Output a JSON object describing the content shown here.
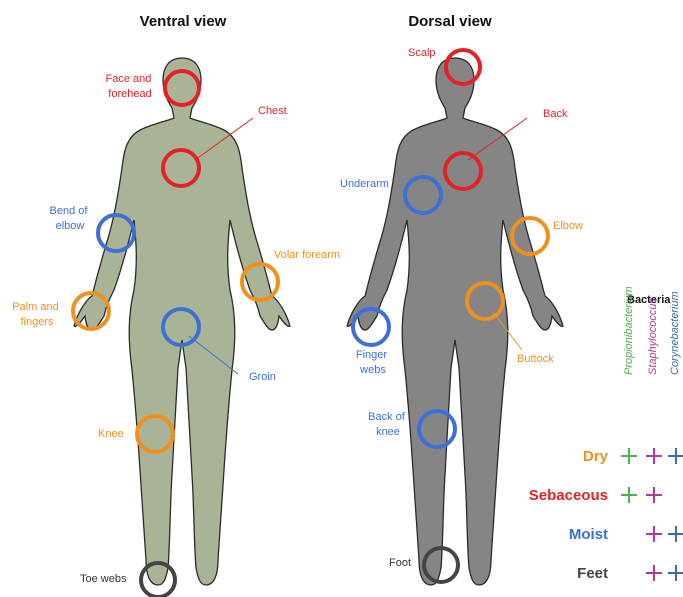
{
  "views": {
    "ventral": "Ventral view",
    "dorsal": "Dorsal view"
  },
  "colors": {
    "sebaceous": "#e32228",
    "moist": "#3d6fd6",
    "dry": "#f0901e",
    "feet": "#444444",
    "ventral_body": "#a9b496",
    "dorsal_body": "#858585",
    "propionibacterium": "#4caf50",
    "staphylococcus": "#b0399a",
    "corynebacterium": "#3b6dad"
  },
  "sites": {
    "face": [
      "Face and",
      "forehead"
    ],
    "chest": "Chest",
    "bend_elbow": [
      "Bend of",
      "elbow"
    ],
    "volar": "Volar forearm",
    "palm": [
      "Palm and",
      "fingers"
    ],
    "groin": "Groin",
    "knee": "Knee",
    "toe_webs": "Toe webs",
    "scalp": "Scalp",
    "back": "Back",
    "underarm": "Underarm",
    "elbow": "Elbow",
    "finger_webs": [
      "Finger",
      "webs"
    ],
    "buttock": "Buttock",
    "back_knee": [
      "Back of",
      "knee"
    ],
    "foot": "Foot"
  },
  "legend": {
    "title": "Bacteria",
    "genera": [
      "Propionibacterium",
      "Staphylococcus",
      "Corynebacterium"
    ],
    "rows": [
      {
        "label": "Dry",
        "color": "#f0901e",
        "marks": [
          true,
          true,
          true
        ]
      },
      {
        "label": "Sebaceous",
        "color": "#e32228",
        "marks": [
          true,
          true,
          false
        ]
      },
      {
        "label": "Moist",
        "color": "#3d6fd6",
        "marks": [
          false,
          true,
          true
        ]
      },
      {
        "label": "Feet",
        "color": "#444444",
        "marks": [
          false,
          true,
          true
        ]
      }
    ]
  }
}
